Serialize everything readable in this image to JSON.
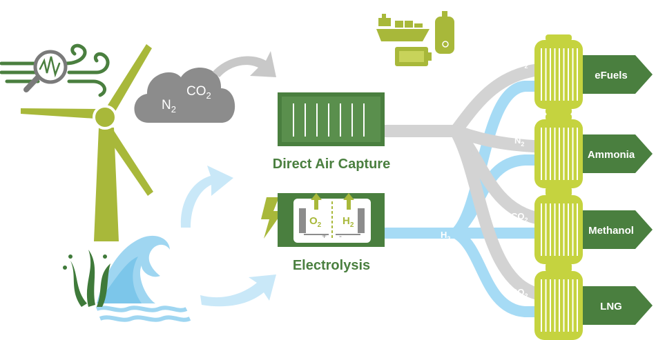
{
  "cloud": {
    "n2": "N",
    "n2_sub": "2",
    "co2": "CO",
    "co2_sub": "2"
  },
  "dac": {
    "label": "Direct Air Capture"
  },
  "electrolysis": {
    "label": "Electrolysis",
    "o2": "O",
    "o2_sub": "2",
    "h2": "H",
    "h2_sub": "2",
    "plus": "+",
    "minus": "-"
  },
  "pipes": {
    "co2_top": {
      "main": "CO",
      "sub": "2"
    },
    "n2": {
      "main": "N",
      "sub": "2"
    },
    "co2_mid": {
      "main": "CO",
      "sub": "2"
    },
    "h2": {
      "main": "H",
      "sub": "2"
    },
    "co2_bottom": {
      "main": "CO",
      "sub": "2"
    }
  },
  "products": [
    "eFuels",
    "Ammonia",
    "Methanol",
    "LNG"
  ],
  "colors": {
    "green_dark": "#4a7f3f",
    "green_light": "#b5c43c",
    "grey_pipe": "#d3d3d3",
    "blue_pipe": "#a6dbf5",
    "cloud": "#8c8c8c"
  },
  "icons": [
    "wind-analysis-icon",
    "ship-icon",
    "tank-icon",
    "battery-icon",
    "lightning-icon",
    "wave-icon",
    "seaweed-icon"
  ]
}
